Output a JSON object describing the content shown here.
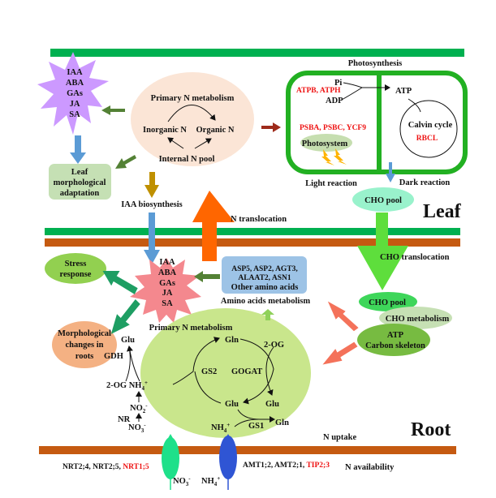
{
  "leaf": {
    "label": "Leaf",
    "hormones": [
      "IAA",
      "ABA",
      "GAs",
      "JA",
      "SA"
    ],
    "morph_box": [
      "Leaf",
      "morphological",
      "adaptation"
    ],
    "primary_n": {
      "title": "Primary N metabolism",
      "inorganic": "Inorganic N",
      "organic": "Organic N",
      "pool": "Internal N pool"
    },
    "iaa_biosynthesis": "IAA biosynthesis",
    "n_translocation": "N translocation",
    "photosynthesis": {
      "title": "Photosynthesis",
      "pi": "Pi",
      "adp": "ADP",
      "atp": "ATP",
      "atp_genes": "ATPB, ATPH",
      "ps_genes": "PSBA, PSBC, YCF9",
      "photosystem": "Photosystem",
      "calvin": "Calvin cycle",
      "rbcl": "RBCL",
      "light": "Light reaction",
      "dark": "Dark reaction"
    },
    "cho_pool": "CHO pool"
  },
  "root": {
    "label": "Root",
    "hormones": [
      "IAA",
      "ABA",
      "GAs",
      "JA",
      "SA"
    ],
    "stress": [
      "Stress",
      "response"
    ],
    "morph": [
      "Morphological",
      "changes in",
      "roots"
    ],
    "amino_box": [
      "ASP5, ASP2, AGT3,",
      "ALAAT2, ASN1",
      "Other amino acids"
    ],
    "amino_metabolism": "Amino acids metabolism",
    "cho_translocation": "CHO translocation",
    "cho_pool": "CHO pool",
    "cho_metabolism": "CHO metabolism",
    "atp_carbon": [
      "ATP",
      "Carbon skeleton"
    ],
    "primary_n": {
      "title": "Primary N metabolism",
      "glu_top": "Glu",
      "gdh": "GDH",
      "twoog": "2-OG",
      "nh": "NH",
      "four": "4",
      "plus": "+",
      "no": "NO",
      "two": "2",
      "three": "3",
      "minus": "-",
      "nr": "NR",
      "gln": "Gln",
      "gs2": "GS2",
      "gogat": "GOGAT",
      "twoog_right": "2-OG",
      "glu_mid": "Glu",
      "glu_right": "Glu",
      "gs1": "GS1",
      "gln_right": "Gln"
    },
    "n_uptake": "N uptake",
    "n_availability": "N availability",
    "nrt_black": "NRT2;4, NRT2;5, ",
    "nrt_red": "NRT1;5",
    "amt_black": "AMT1;2, AMT2;1, ",
    "amt_red": "TIP2;3"
  },
  "colors": {
    "membrane_green": "#00b050",
    "membrane_brown": "#c55a11",
    "red_gene": "#ee1111"
  }
}
